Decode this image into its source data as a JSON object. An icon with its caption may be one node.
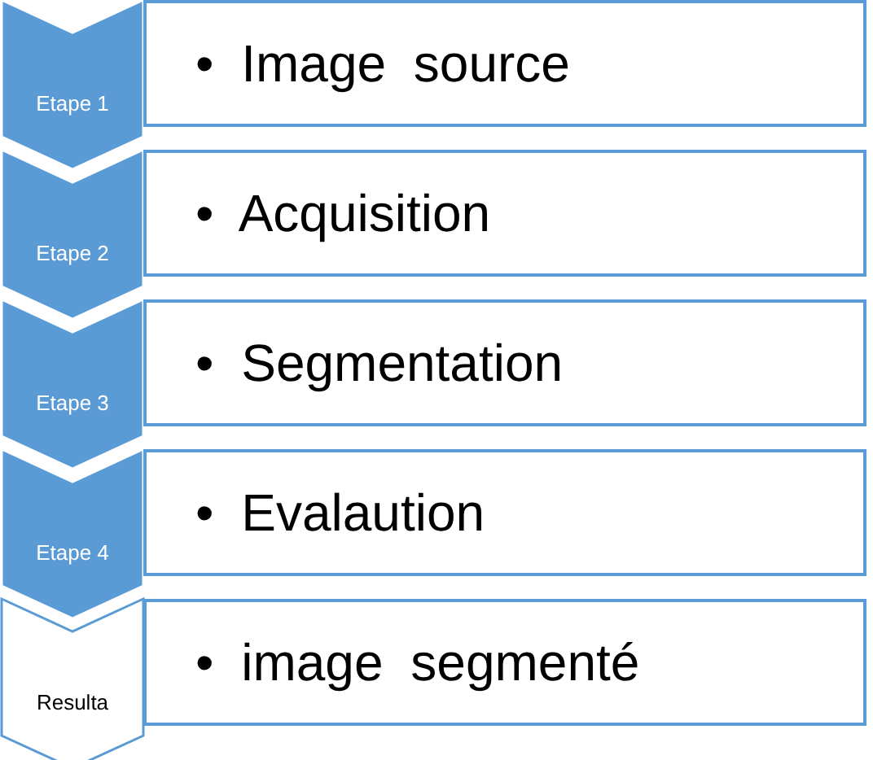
{
  "diagram": {
    "nodes": [
      {
        "text": [
          "Etape 1"
        ]
      },
      {
        "text": [
          "• Image source"
        ]
      },
      {
        "text": [
          "Etape 2"
        ]
      },
      {
        "text": [
          "• Acquisition"
        ]
      },
      {
        "text": [
          "Etape 3"
        ]
      },
      {
        "text": [
          "• Segmentation"
        ]
      },
      {
        "text": [
          "Etape 4"
        ]
      },
      {
        "text": [
          "• Evalaution"
        ]
      },
      {
        "text": [
          "Resulta"
        ]
      },
      {
        "text": [
          "• image segmenté"
        ]
      }
    ],
    "edges": []
  }
}
